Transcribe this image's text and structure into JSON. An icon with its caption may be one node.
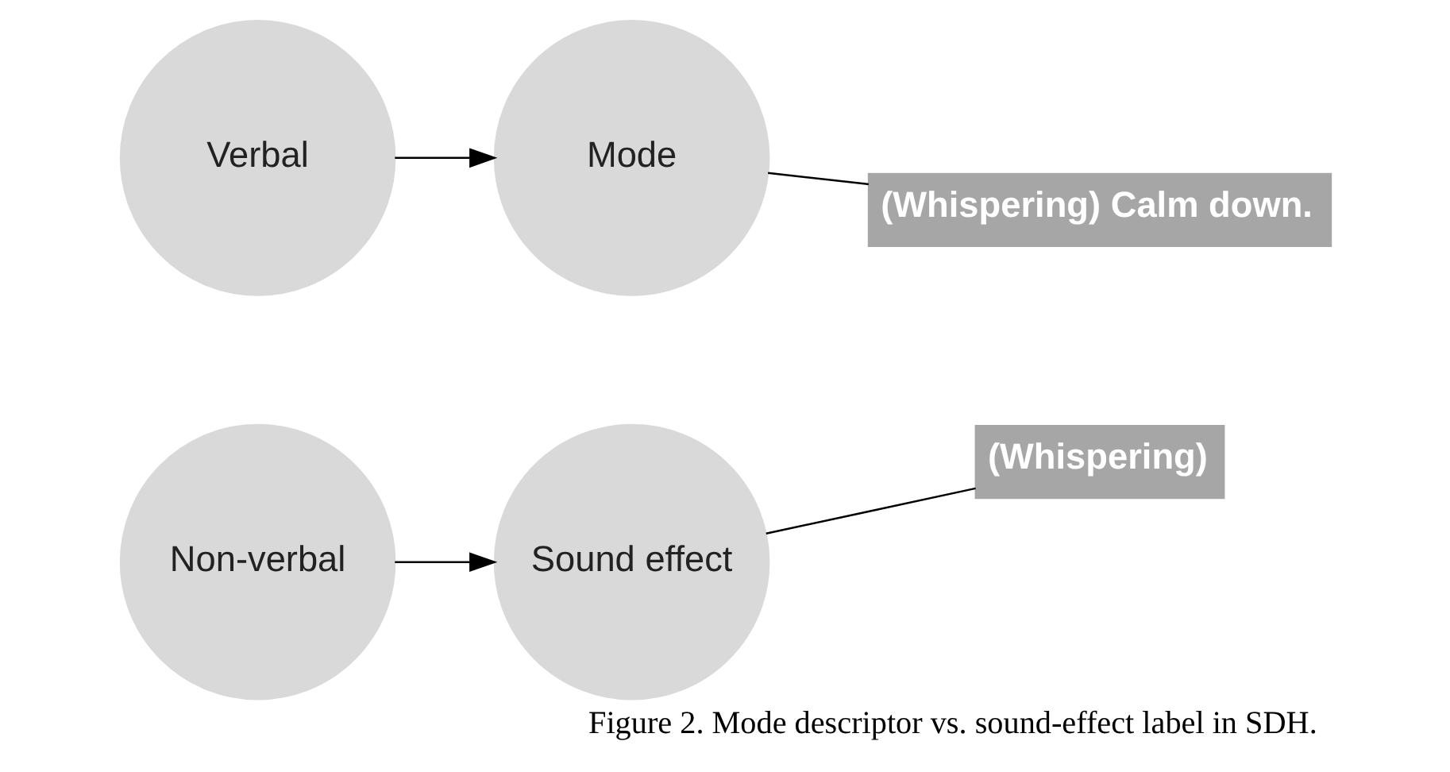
{
  "diagram": {
    "caption": "Figure 2. Mode descriptor vs. sound-effect label in SDH.",
    "nodes": [
      {
        "text": [
          "Verbal"
        ]
      },
      {
        "text": [
          "Mode"
        ]
      },
      {
        "text": [
          "(Whispering) Calm down."
        ]
      },
      {
        "text": [
          "Non-verbal"
        ]
      },
      {
        "text": [
          "Sound effect"
        ]
      },
      {
        "text": [
          "(Whispering)"
        ]
      }
    ],
    "edges": [
      {
        "from": 0,
        "to": 1,
        "arrow": "to"
      },
      {
        "from": 1,
        "to": 2,
        "arrow": "none"
      },
      {
        "from": 3,
        "to": 4,
        "arrow": "to"
      },
      {
        "from": 4,
        "to": 5,
        "arrow": "none"
      }
    ]
  }
}
